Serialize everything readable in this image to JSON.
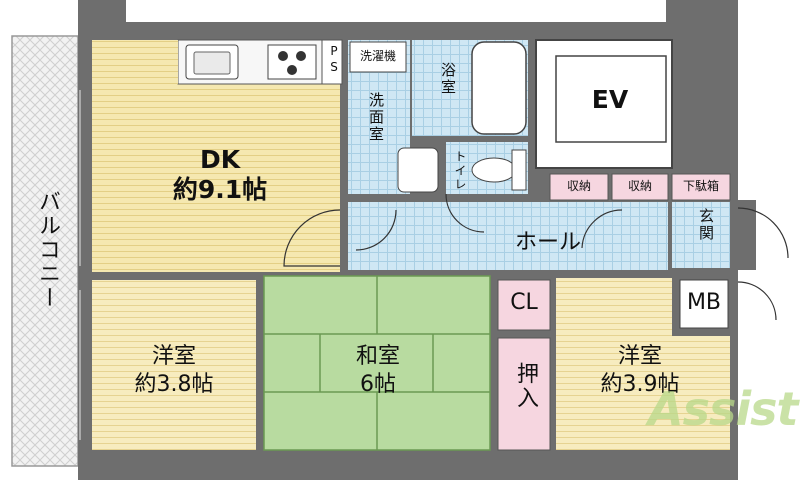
{
  "rooms": {
    "dk": {
      "name": "DK",
      "size": "約9.1帖"
    },
    "western_left": {
      "name": "洋室",
      "size": "約3.8帖"
    },
    "japanese": {
      "name": "和室",
      "size": "6帖"
    },
    "western_right": {
      "name": "洋室",
      "size": "約3.9帖"
    },
    "hall": "ホール",
    "entrance": "玄関",
    "washroom": "洗面室",
    "bath": "浴室",
    "toilet": "トイレ",
    "washer": "洗濯機",
    "balcony": "バルコニー",
    "ev": "EV",
    "ps": "PS",
    "storage1": "収納",
    "storage2": "収納",
    "shoe_box": "下駄箱",
    "closet": "CL",
    "oshiire": "押入",
    "mb": "MB"
  },
  "colors": {
    "dk_floor": "#f5e8b0",
    "western_floor": "#f7ecbf",
    "tatami": "#b8dba0",
    "tile": "#c8e3f2",
    "storage": "#f6d6e0",
    "wall": "#6e6e6e",
    "balcony": "#eeeeee"
  },
  "watermark": "Assist"
}
